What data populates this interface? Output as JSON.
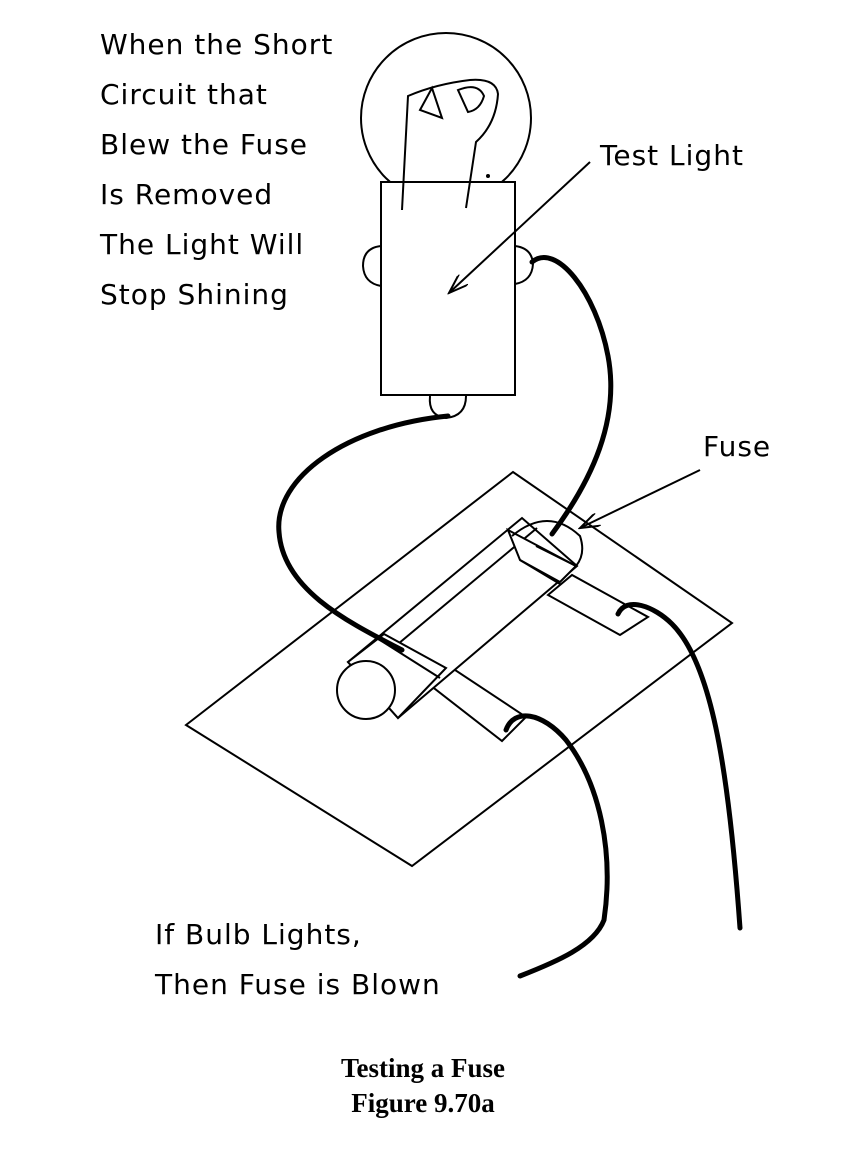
{
  "annotations": {
    "short_circuit": [
      "When the Short",
      "Circuit that",
      "Blew the Fuse",
      "Is Removed",
      "The Light Will",
      "Stop Shining"
    ],
    "test_light": "Test Light",
    "fuse": "Fuse",
    "bulb_lights": [
      "If Bulb Lights,",
      "Then Fuse is Blown"
    ]
  },
  "caption": {
    "title": "Testing a Fuse",
    "figure": "Figure 9.70a"
  },
  "colors": {
    "ink": "#000000",
    "background": "#ffffff"
  }
}
